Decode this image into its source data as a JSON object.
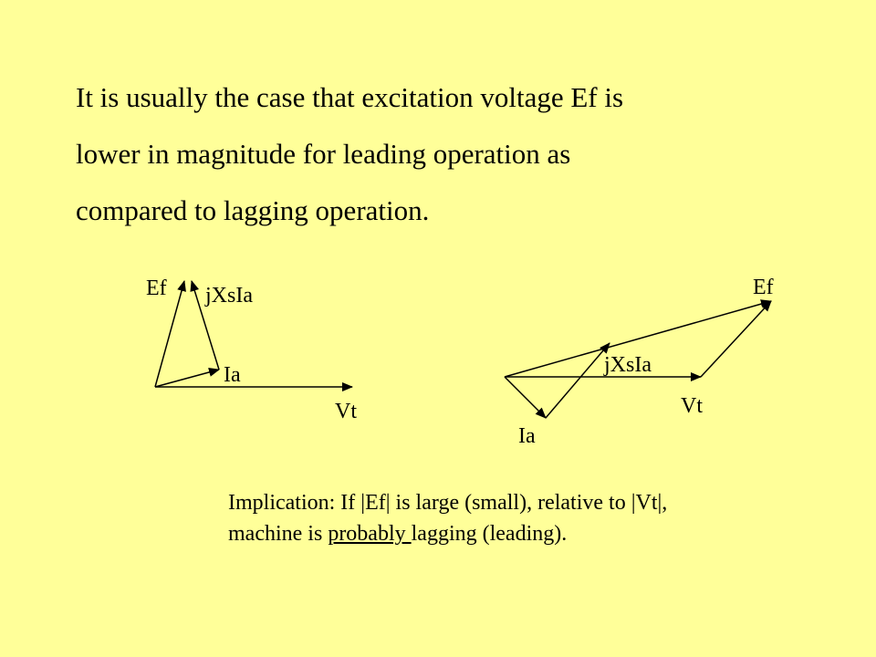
{
  "heading": {
    "line1": "It is usually the case that excitation voltage Ef is",
    "line2": "lower in magnitude for leading operation as",
    "line3": "compared to lagging operation."
  },
  "diagram_lagging": {
    "label_ef": "Ef",
    "label_jxsia": "jXsIa",
    "label_ia": "Ia",
    "label_vt": "Vt"
  },
  "diagram_leading": {
    "label_ef": "Ef",
    "label_jxsia": "jXsIa",
    "label_ia": "Ia",
    "label_vt": "Vt"
  },
  "note": {
    "line1": "Implication: If |Ef| is large (small), relative to |Vt|,",
    "line2_prefix": "machine is ",
    "line2_underlined": "probably ",
    "line2_suffix": "lagging (leading)."
  },
  "colors": {
    "background": "#ffff99",
    "ink": "#000000"
  }
}
